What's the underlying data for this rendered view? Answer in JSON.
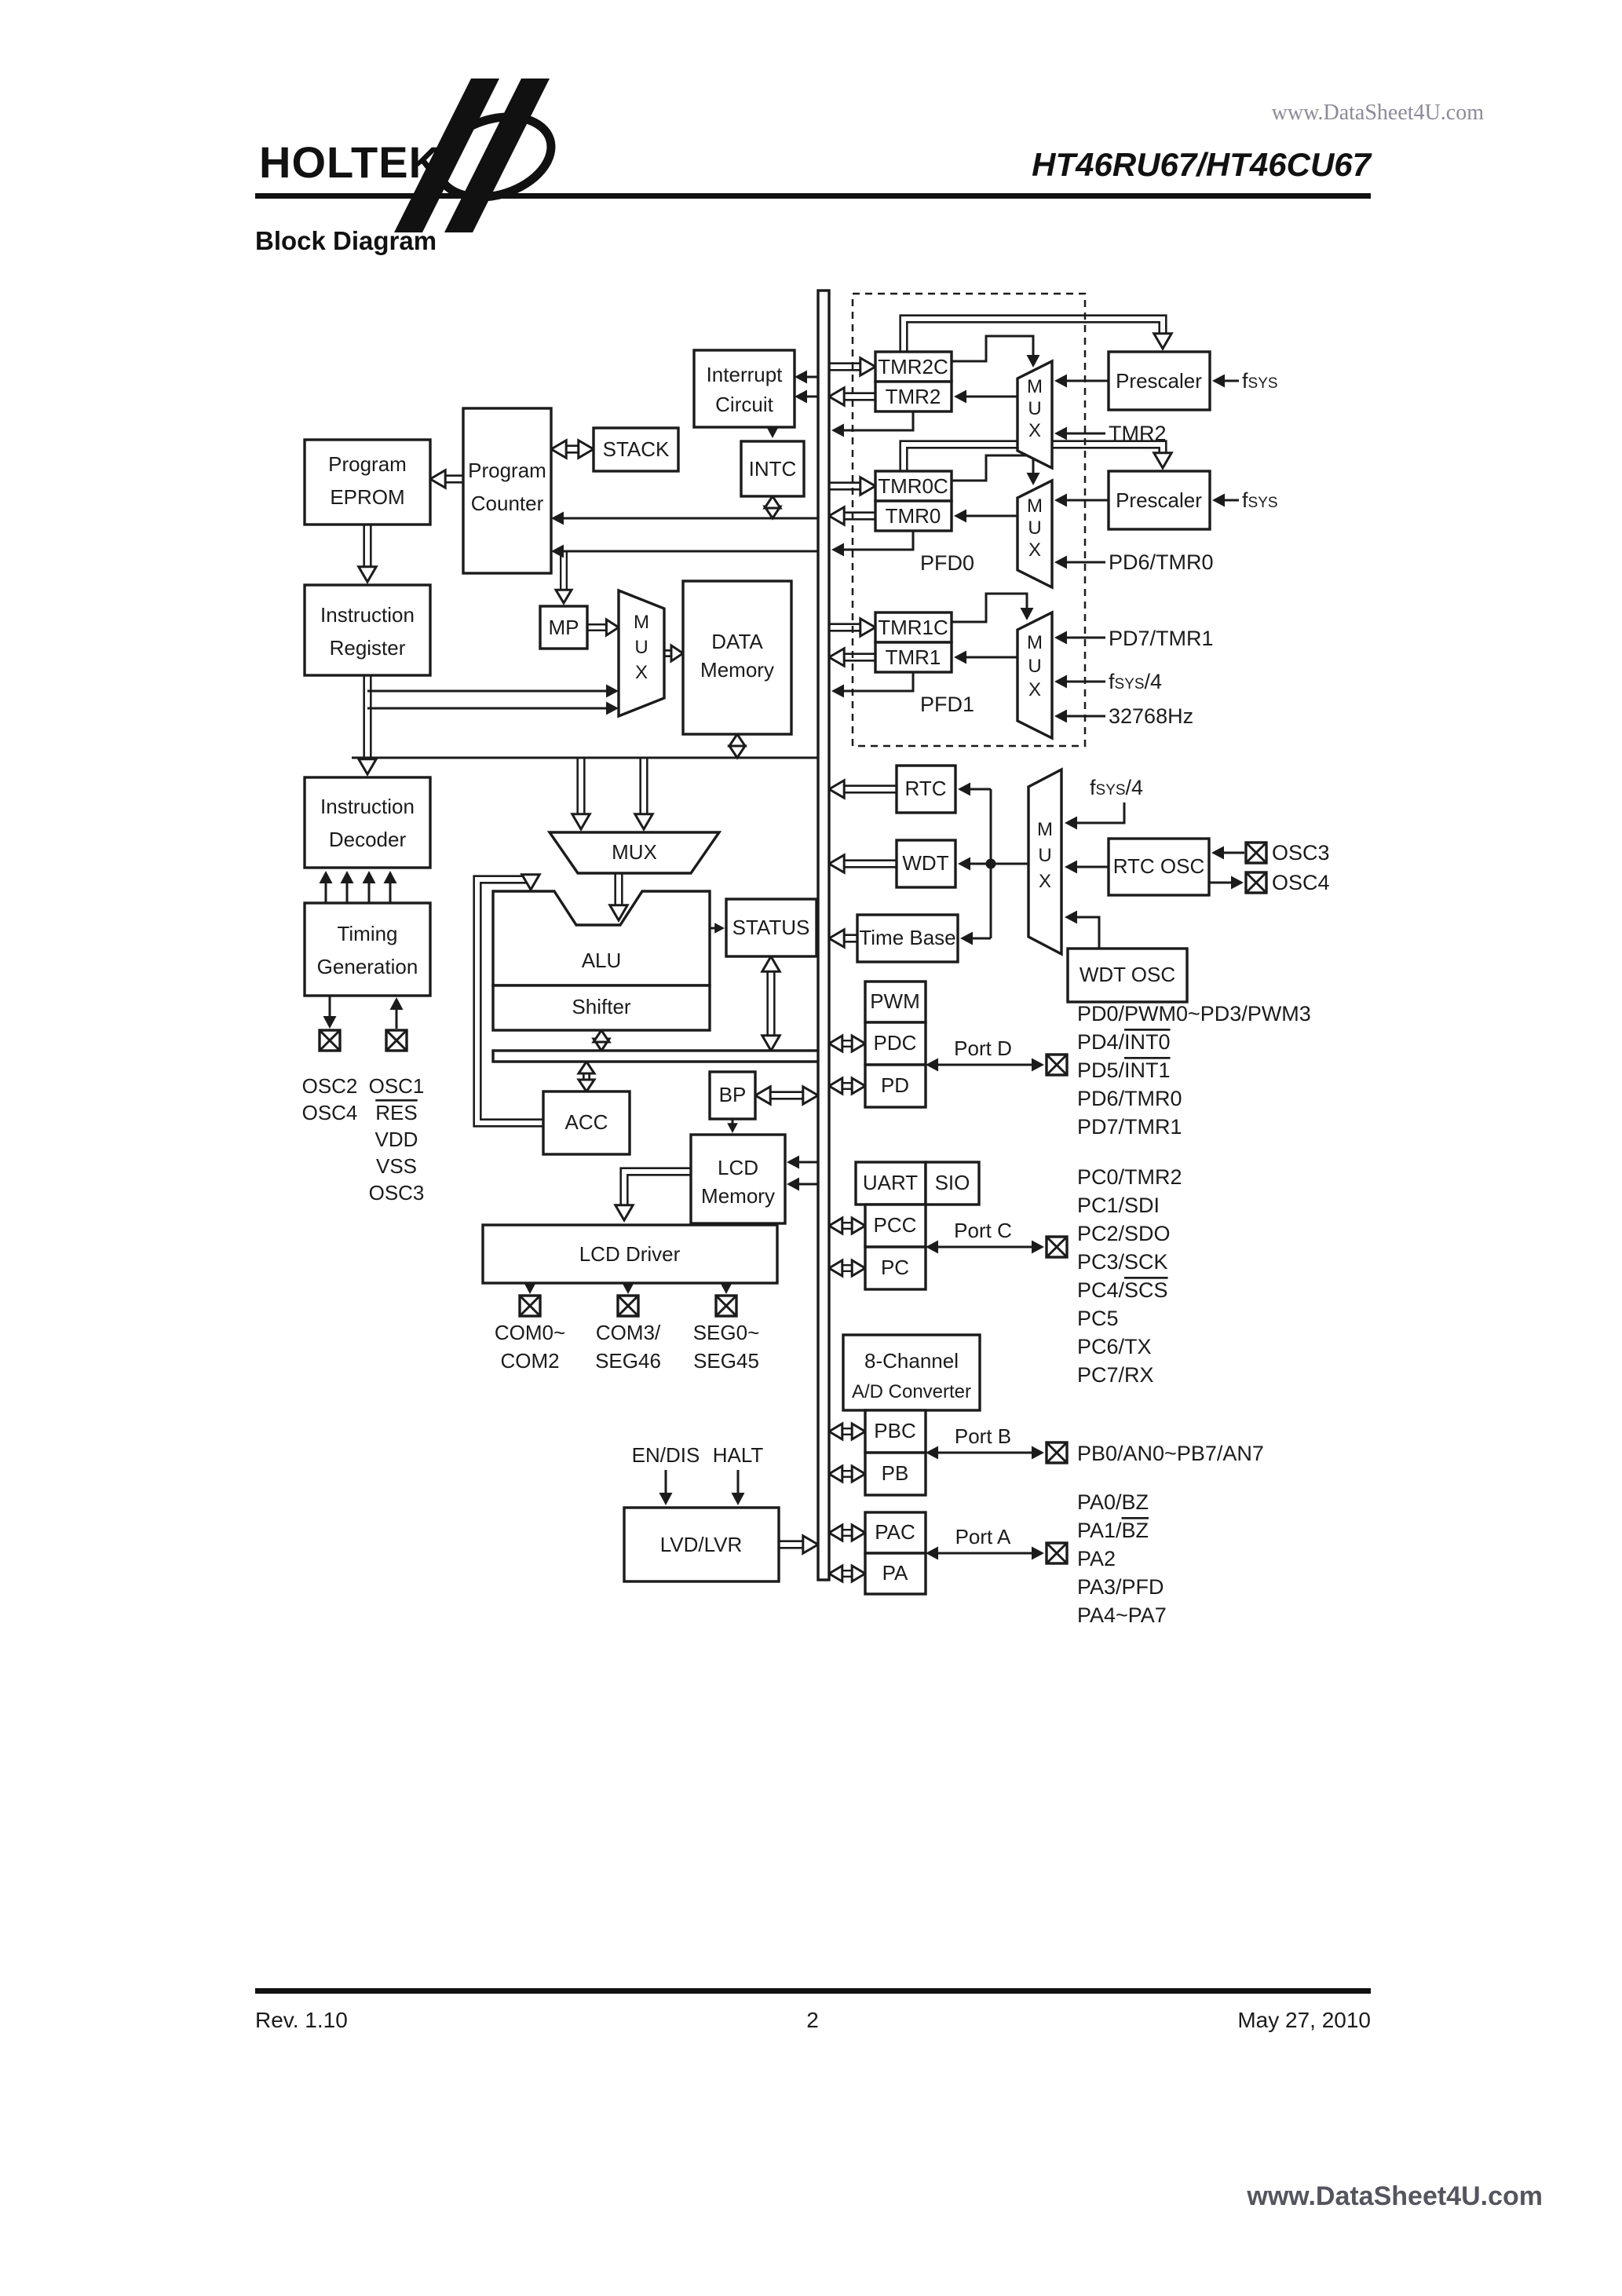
{
  "colors": {
    "ink": "#1b1b1b",
    "watermark_top": "#8b8b97",
    "watermark_bottom": "#55555f"
  },
  "header": {
    "logo": "HOLTEK",
    "watermark": "www.DataSheet4U.com",
    "title": "HT46RU67/HT46CU67",
    "section": "Block Diagram"
  },
  "footer": {
    "rev": "Rev. 1.10",
    "page": "2",
    "date": "May 27, 2010",
    "watermark": "www.DataSheet4U.com"
  },
  "mux_letters": [
    "M",
    "U",
    "X"
  ],
  "blocks": {
    "program_eprom": [
      "Program",
      "EPROM"
    ],
    "program_counter": [
      "Program",
      "Counter"
    ],
    "stack": "STACK",
    "interrupt_circuit": [
      "Interrupt",
      "Circuit"
    ],
    "intc": "INTC",
    "instruction_register": [
      "Instruction",
      "Register"
    ],
    "mp": "MP",
    "data_memory": [
      "DATA",
      "Memory"
    ],
    "instruction_decoder": [
      "Instruction",
      "Decoder"
    ],
    "timing_generation": [
      "Timing",
      "Generation"
    ],
    "mux": "MUX",
    "alu": "ALU",
    "shifter": "Shifter",
    "status": "STATUS",
    "acc": "ACC",
    "bp": "BP",
    "lcd_memory": [
      "LCD",
      "Memory"
    ],
    "lcd_driver": "LCD Driver",
    "lvd_lvr": "LVD/LVR",
    "tmr2c": "TMR2C",
    "tmr2": "TMR2",
    "tmr0c": "TMR0C",
    "tmr0": "TMR0",
    "tmr1c": "TMR1C",
    "tmr1": "TMR1",
    "prescaler": "Prescaler",
    "rtc": "RTC",
    "wdt": "WDT",
    "time_base": "Time Base",
    "rtc_osc": "RTC OSC",
    "wdt_osc": "WDT OSC",
    "pwm": "PWM",
    "pdc": "PDC",
    "pd": "PD",
    "uart": "UART",
    "sio": "SIO",
    "pcc": "PCC",
    "pc": "PC",
    "adc": [
      "8-Channel",
      "A/D Converter"
    ],
    "pbc": "PBC",
    "pb": "PB",
    "pac": "PAC",
    "pa": "PA"
  },
  "ports": {
    "d": "Port D",
    "c": "Port C",
    "b": "Port B",
    "a": "Port A"
  },
  "signals": {
    "fsys": {
      "base": "f",
      "sub": "SYS"
    },
    "fsys4": {
      "base": "f",
      "sub": "SYS",
      "rest": "/4"
    },
    "tmr2_pin": "TMR2",
    "pd6_tmr0": "PD6/TMR0",
    "pd7_tmr1": "PD7/TMR1",
    "hz32768": "32768Hz",
    "pfd0": "PFD0",
    "pfd1": "PFD1",
    "en_dis": "EN/DIS",
    "halt": "HALT",
    "osc3": "OSC3",
    "osc4": "OSC4"
  },
  "left_pins": {
    "osc_col1": [
      "OSC2",
      "OSC4"
    ],
    "osc_col2": [
      "OSC1",
      "RES",
      "VDD",
      "VSS",
      "OSC3"
    ],
    "lcd": [
      [
        "COM0~",
        "COM2"
      ],
      [
        "COM3/",
        "SEG46"
      ],
      [
        "SEG0~",
        "SEG45"
      ]
    ]
  },
  "pins": {
    "port_d": [
      {
        "pre": "PD0/PWM0~PD3/PWM3"
      },
      {
        "pre": "PD4/",
        "over": "INT0"
      },
      {
        "pre": "PD5/",
        "over": "INT1"
      },
      {
        "pre": "PD6/TMR0"
      },
      {
        "pre": "PD7/TMR1"
      }
    ],
    "port_c": [
      {
        "pre": "PC0/TMR2"
      },
      {
        "pre": "PC1/SDI"
      },
      {
        "pre": "PC2/SDO"
      },
      {
        "pre": "PC3/SCK"
      },
      {
        "pre": "PC4/",
        "over": "SCS"
      },
      {
        "pre": "PC5"
      },
      {
        "pre": "PC6/TX"
      },
      {
        "pre": "PC7/RX"
      }
    ],
    "port_b": [
      {
        "pre": "PB0/AN0~PB7/AN7"
      }
    ],
    "port_a": [
      {
        "pre": "PA0/BZ"
      },
      {
        "pre": "PA1/",
        "over": "BZ"
      },
      {
        "pre": "PA2"
      },
      {
        "pre": "PA3/PFD"
      },
      {
        "pre": "PA4~PA7"
      }
    ]
  }
}
